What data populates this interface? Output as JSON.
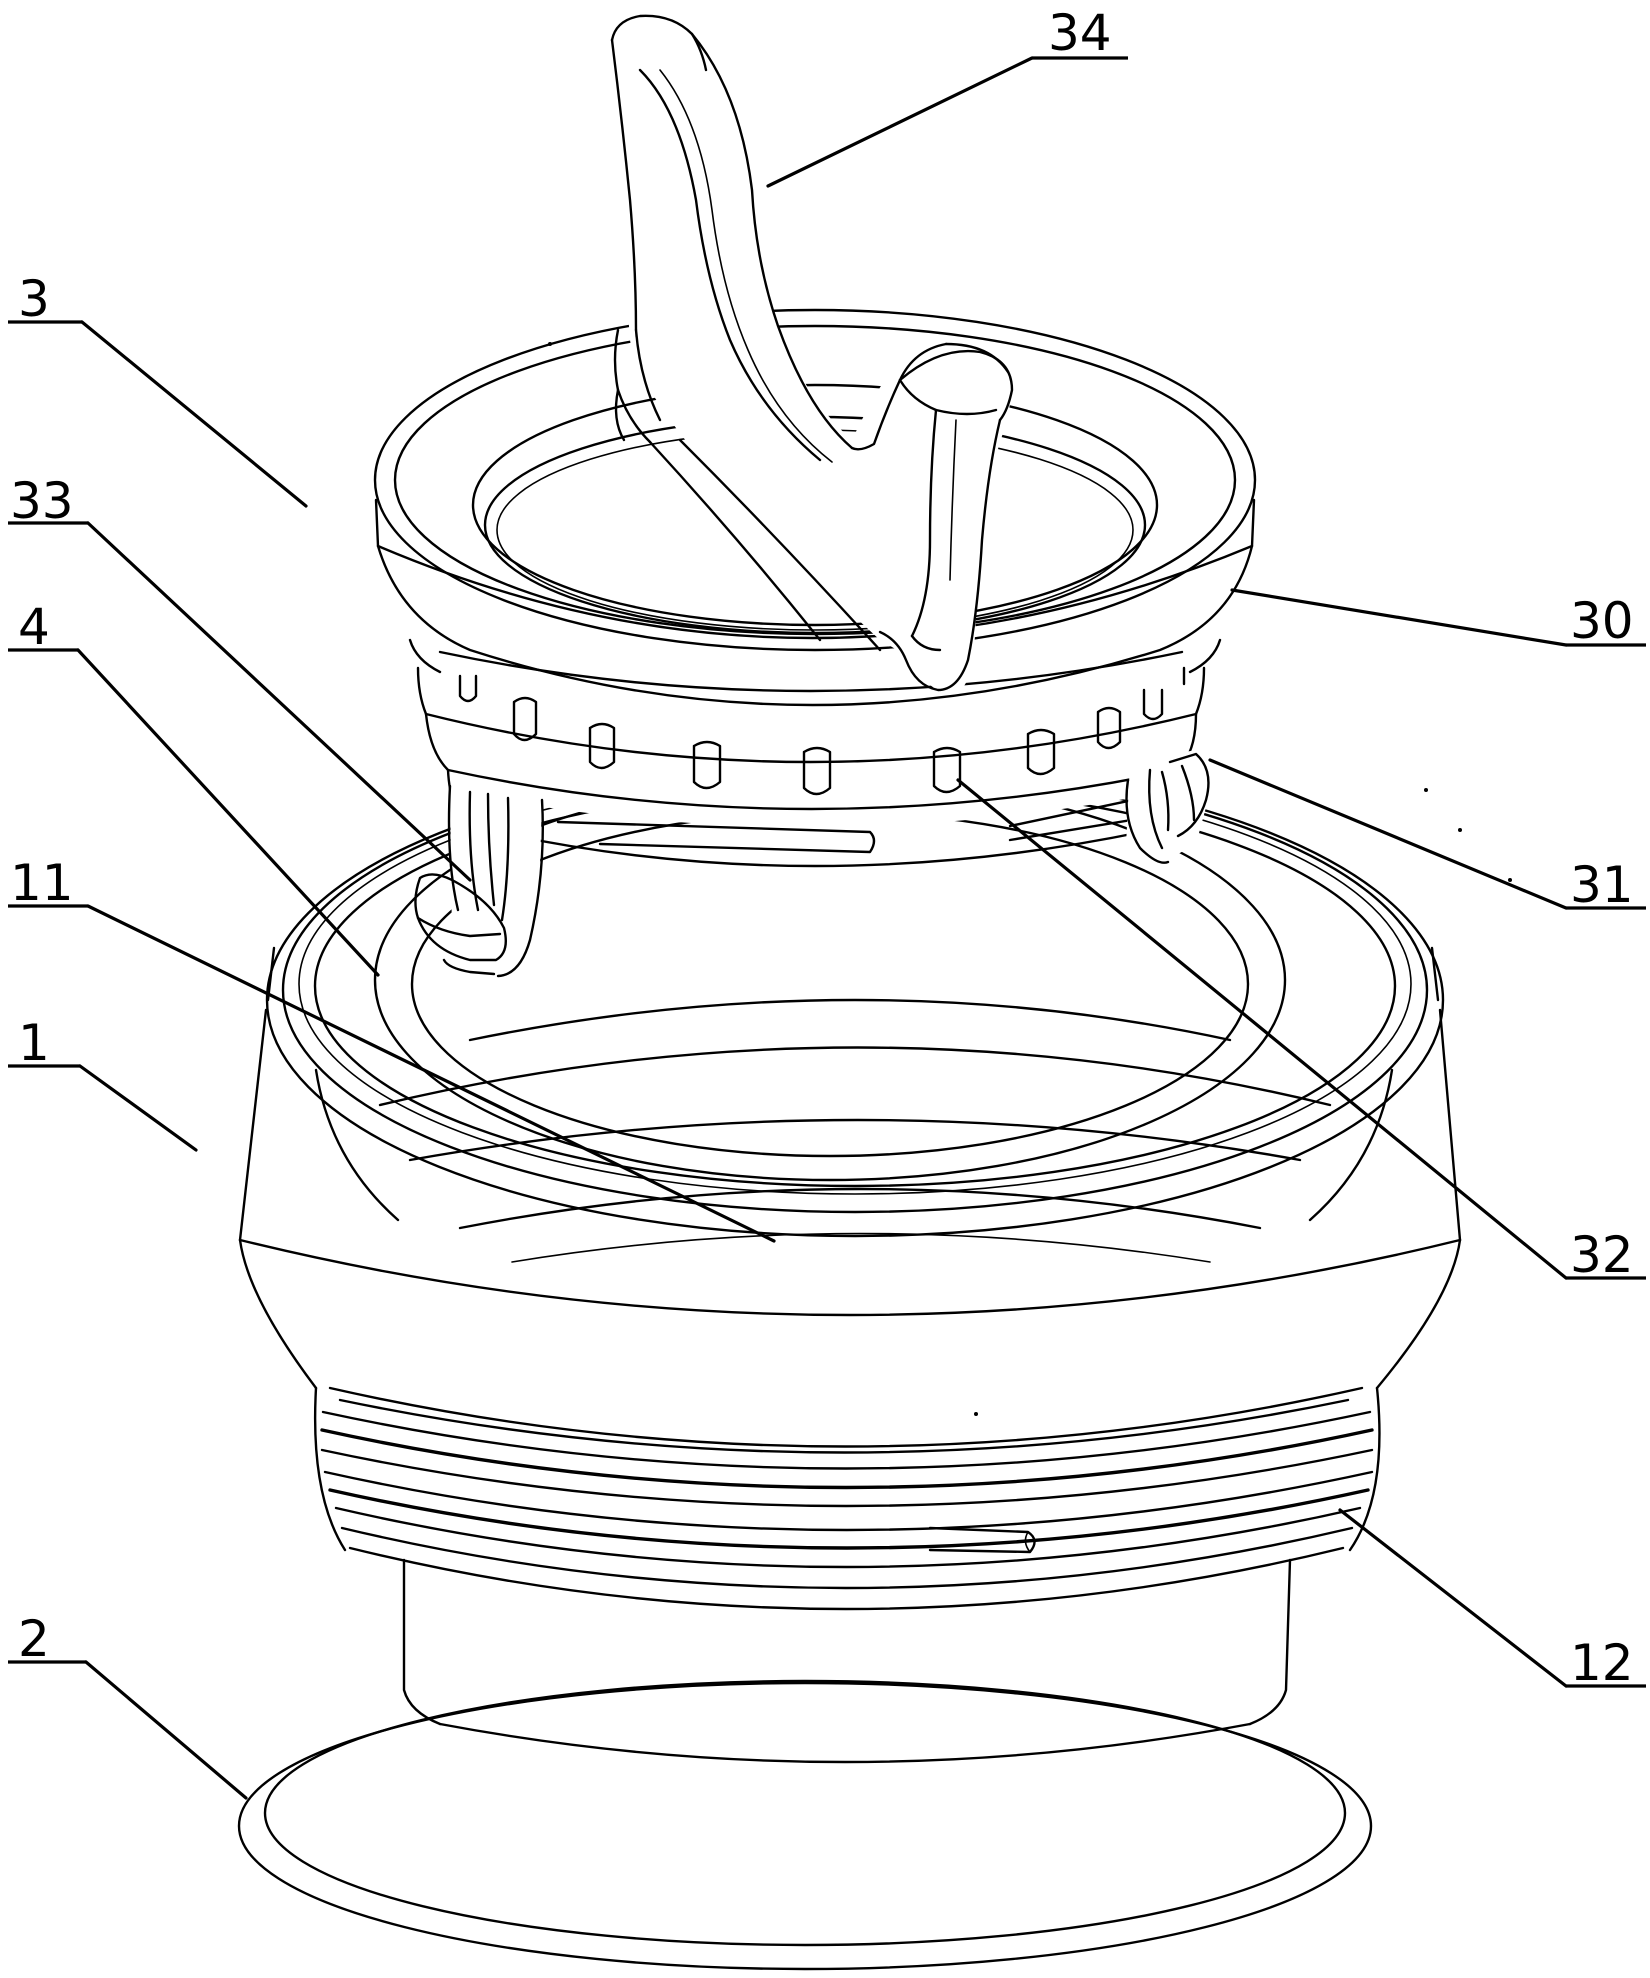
{
  "reference_numerals": {
    "n34": "34",
    "n3": "3",
    "n33": "33",
    "n4": "4",
    "n11": "11",
    "n1": "1",
    "n2": "2",
    "n30": "30",
    "n31": "31",
    "n32": "32",
    "n12": "12"
  }
}
